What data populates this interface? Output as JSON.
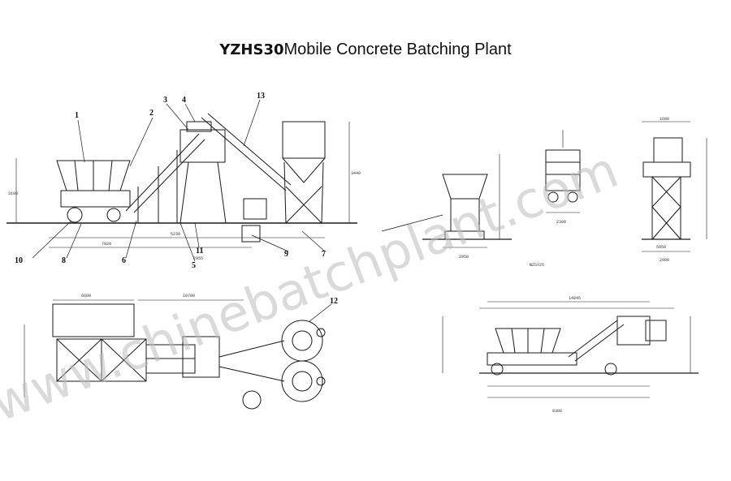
{
  "title": {
    "model": "YZHS30",
    "text": "Mobile Concrete Batching Plant"
  },
  "callouts": [
    "1",
    "2",
    "3",
    "4",
    "13",
    "10",
    "8",
    "6",
    "11",
    "5",
    "9",
    "7",
    "12"
  ],
  "dimension_labels": [
    "5230",
    "7820",
    "2955",
    "3100",
    "3440",
    "8300",
    "14845",
    "6600",
    "10700",
    "2950",
    "2300",
    "5950",
    "1600",
    "2000"
  ],
  "section_label": "BZSY25",
  "watermark": "www.chinebatchplant.com"
}
